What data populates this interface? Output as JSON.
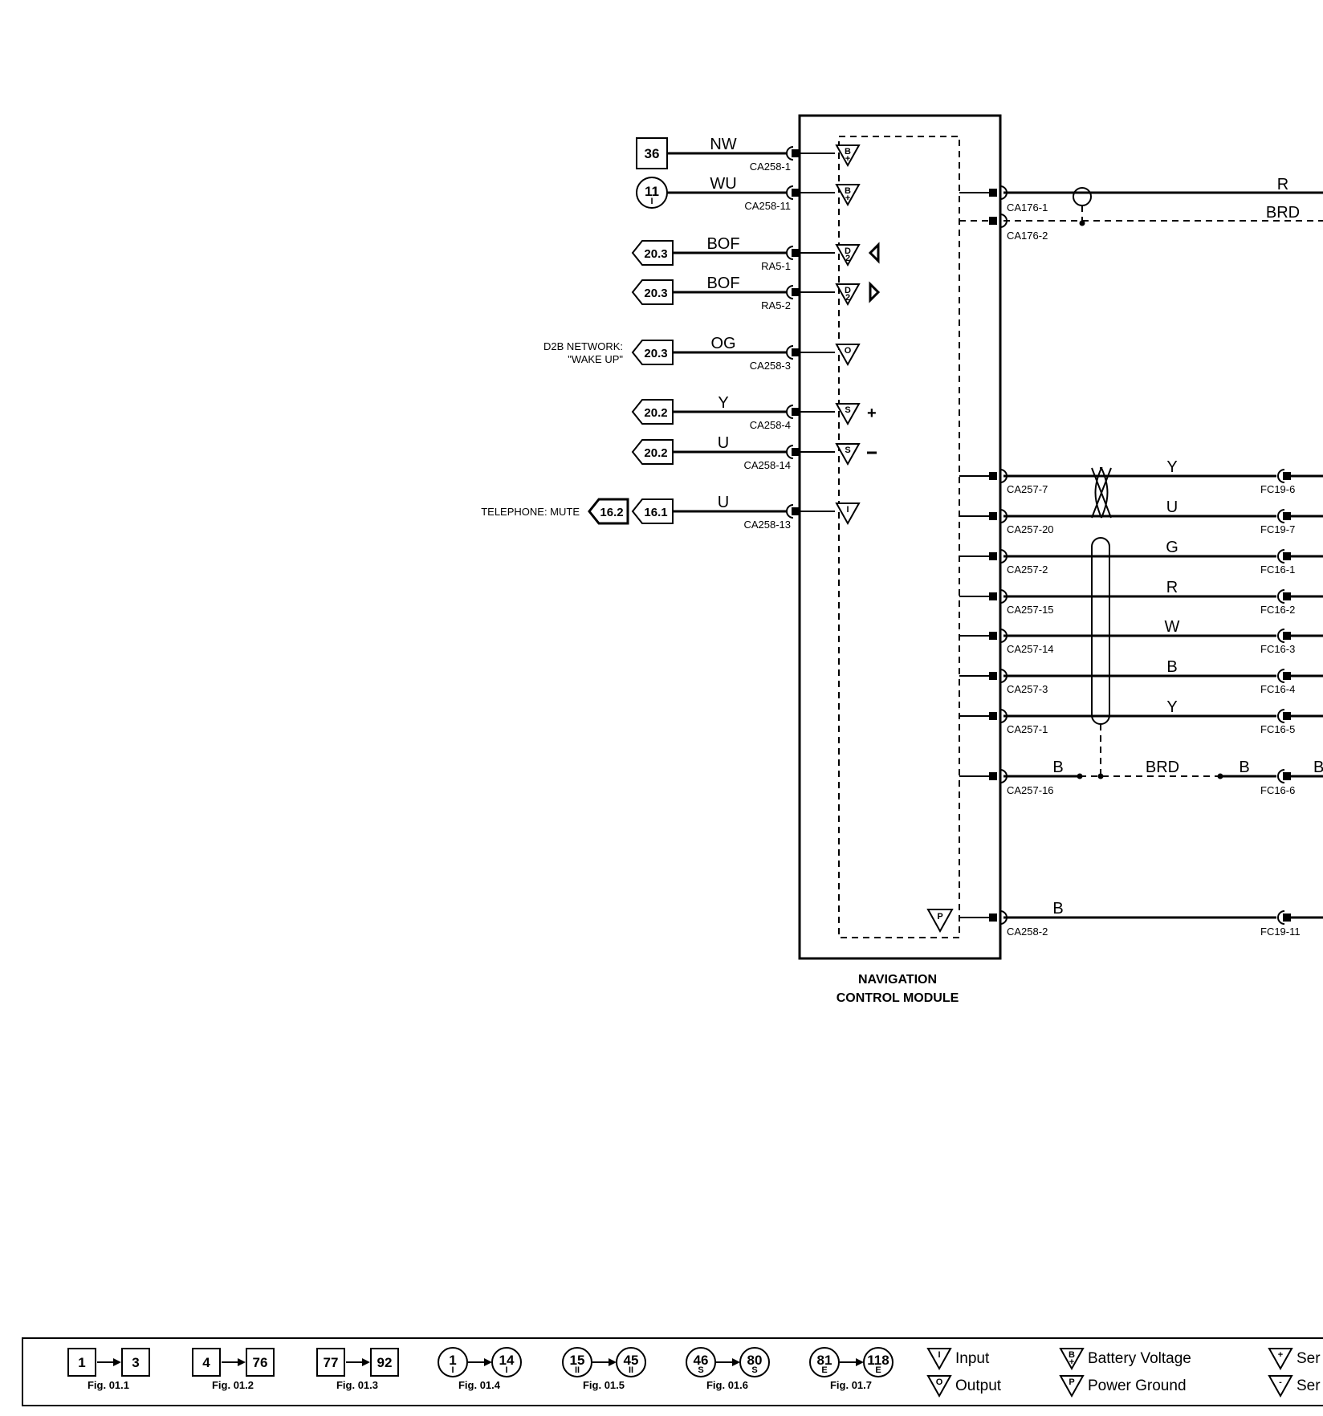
{
  "module": {
    "title_line1": "NAVIGATION",
    "title_line2": "CONTROL MODULE"
  },
  "left_wires": [
    {
      "color": "NW",
      "pin": "CA258-1",
      "ref": "36",
      "ref_shape": "square",
      "ref_sub": "",
      "note": [],
      "extra_ref": "",
      "symbol": {
        "letter": "B",
        "sub": "+",
        "mark": ""
      }
    },
    {
      "color": "WU",
      "pin": "CA258-11",
      "ref": "11",
      "ref_shape": "circle",
      "ref_sub": "I",
      "note": [],
      "extra_ref": "",
      "symbol": {
        "letter": "B",
        "sub": "+",
        "mark": ""
      }
    },
    {
      "color": "BOF",
      "pin": "RA5-1",
      "ref": "20.3",
      "ref_shape": "tag",
      "ref_sub": "",
      "note": [],
      "extra_ref": "",
      "symbol": {
        "letter": "D",
        "sub": "2",
        "mark": "left"
      }
    },
    {
      "color": "BOF",
      "pin": "RA5-2",
      "ref": "20.3",
      "ref_shape": "tag",
      "ref_sub": "",
      "note": [],
      "extra_ref": "",
      "symbol": {
        "letter": "D",
        "sub": "2",
        "mark": "right"
      }
    },
    {
      "color": "OG",
      "pin": "CA258-3",
      "ref": "20.3",
      "ref_shape": "tag",
      "ref_sub": "",
      "note": [
        "D2B NETWORK:",
        "\"WAKE UP\""
      ],
      "extra_ref": "",
      "symbol": {
        "letter": "O",
        "sub": "",
        "mark": ""
      }
    },
    {
      "color": "Y",
      "pin": "CA258-4",
      "ref": "20.2",
      "ref_shape": "tag",
      "ref_sub": "",
      "note": [],
      "extra_ref": "",
      "symbol": {
        "letter": "S",
        "sub": "",
        "mark": "+"
      }
    },
    {
      "color": "U",
      "pin": "CA258-14",
      "ref": "20.2",
      "ref_shape": "tag",
      "ref_sub": "",
      "note": [],
      "extra_ref": "",
      "symbol": {
        "letter": "S",
        "sub": "",
        "mark": "-"
      }
    },
    {
      "color": "U",
      "pin": "CA258-13",
      "ref": "16.1",
      "ref_shape": "tag",
      "ref_sub": "",
      "note": [
        "TELEPHONE: MUTE"
      ],
      "extra_ref": "16.2",
      "symbol": {
        "letter": "I",
        "sub": "",
        "mark": ""
      }
    }
  ],
  "right_top": [
    {
      "color": "R",
      "pin": "CA176-1"
    },
    {
      "color": "BRD",
      "pin": "CA176-2"
    }
  ],
  "right_wires": [
    {
      "color": "Y",
      "pin": "CA257-7",
      "far_pin": "FC19-6"
    },
    {
      "color": "U",
      "pin": "CA257-20",
      "far_pin": "FC19-7"
    },
    {
      "color": "G",
      "pin": "CA257-2",
      "far_pin": "FC16-1"
    },
    {
      "color": "R",
      "pin": "CA257-15",
      "far_pin": "FC16-2"
    },
    {
      "color": "W",
      "pin": "CA257-14",
      "far_pin": "FC16-3"
    },
    {
      "color": "B",
      "pin": "CA257-3",
      "far_pin": "FC16-4"
    },
    {
      "color": "Y",
      "pin": "CA257-1",
      "far_pin": "FC16-5"
    }
  ],
  "drain": {
    "color_near": "B",
    "shield": "BRD",
    "color_mid": "B",
    "color_far": "B",
    "pin": "CA257-16",
    "far_pin": "FC16-6"
  },
  "ground": {
    "color": "B",
    "pin": "CA258-2",
    "far_pin": "FC19-11",
    "symbol": "P"
  },
  "legend": {
    "figs": [
      {
        "from": "1",
        "to": "3",
        "shape": "square",
        "from_sub": "",
        "to_sub": "",
        "label": "Fig. 01.1"
      },
      {
        "from": "4",
        "to": "76",
        "shape": "square",
        "from_sub": "",
        "to_sub": "",
        "label": "Fig. 01.2"
      },
      {
        "from": "77",
        "to": "92",
        "shape": "square",
        "from_sub": "",
        "to_sub": "",
        "label": "Fig. 01.3"
      },
      {
        "from": "1",
        "to": "14",
        "shape": "circle",
        "from_sub": "I",
        "to_sub": "I",
        "label": "Fig. 01.4"
      },
      {
        "from": "15",
        "to": "45",
        "shape": "circle",
        "from_sub": "II",
        "to_sub": "II",
        "label": "Fig. 01.5"
      },
      {
        "from": "46",
        "to": "80",
        "shape": "circle",
        "from_sub": "S",
        "to_sub": "S",
        "label": "Fig. 01.6"
      },
      {
        "from": "81",
        "to": "118",
        "shape": "circle",
        "from_sub": "E",
        "to_sub": "E",
        "label": "Fig. 01.7"
      }
    ],
    "symbols": [
      {
        "letter": "I",
        "sub": "",
        "text": "Input"
      },
      {
        "letter": "O",
        "sub": "",
        "text": "Output"
      },
      {
        "letter": "B",
        "sub": "+",
        "text": "Battery Voltage"
      },
      {
        "letter": "P",
        "sub": "",
        "text": "Power Ground"
      },
      {
        "letter": "+",
        "sub": "",
        "text": "Ser"
      },
      {
        "letter": "-",
        "sub": "",
        "text": "Ser"
      }
    ]
  }
}
